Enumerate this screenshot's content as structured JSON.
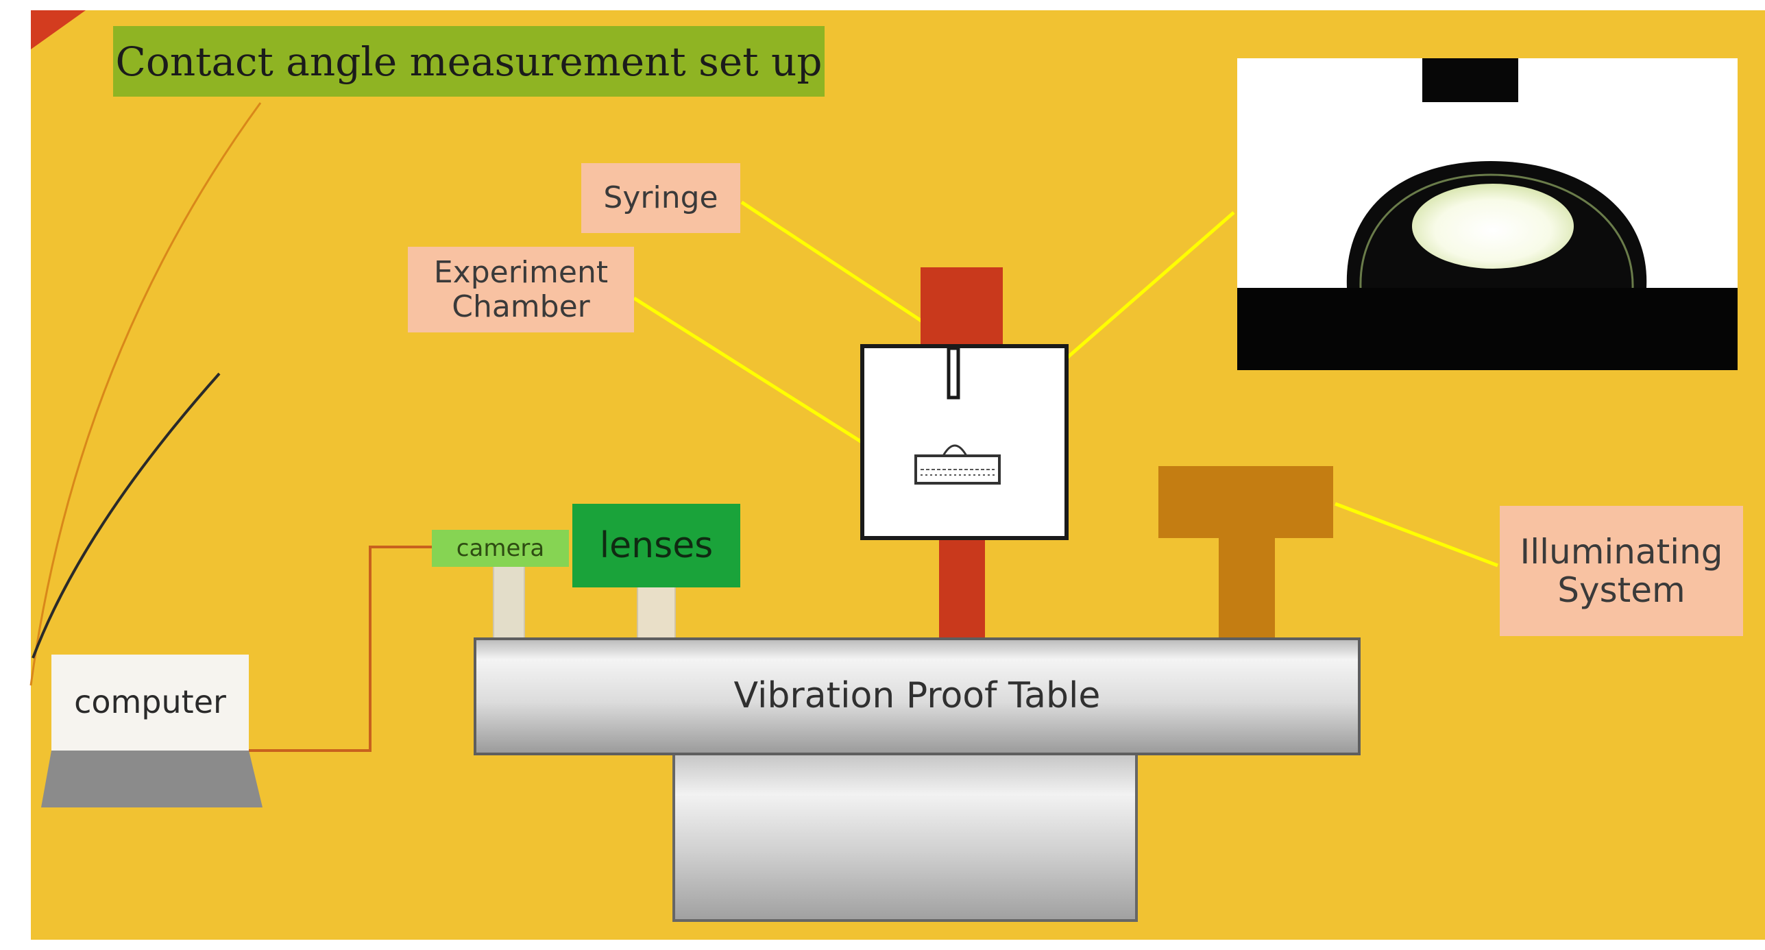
{
  "title": "Contact angle measurement set up",
  "labels": {
    "syringe": "Syringe",
    "experiment_chamber": "Experiment Chamber",
    "illuminating_system": "Illuminating System",
    "camera": "camera",
    "lenses": "lenses",
    "computer": "computer",
    "table": "Vibration Proof Table"
  },
  "colors": {
    "background": "#f1c232",
    "title_bg": "#8fb423",
    "callout_bg": "#f8c2a2",
    "leader_line": "#ffff00",
    "syringe_post": "#c9391c",
    "illuminator": "#c47d12",
    "lenses_bg": "#1aa33a",
    "camera_bg": "#86d453",
    "cable": "#c8611e"
  }
}
